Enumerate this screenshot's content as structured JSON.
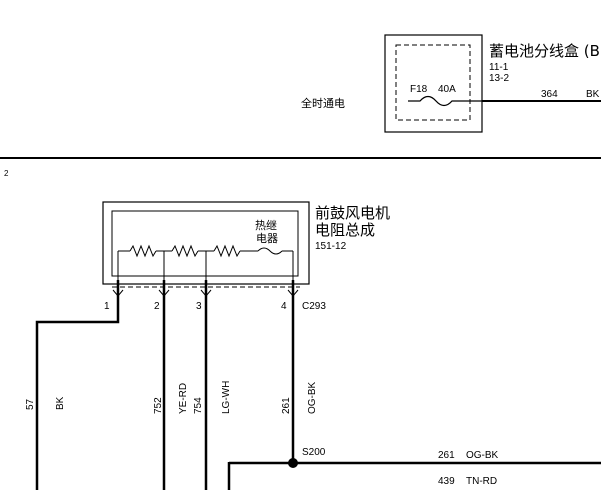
{
  "fuse_box": {
    "title": "蓄电池分线盒 (B",
    "refs": [
      "11-1",
      "13-2"
    ],
    "fuse_id": "F18",
    "fuse_rating": "40A",
    "supply_label": "全时通电",
    "wire_number": "364",
    "wire_color": "BK"
  },
  "page_marker": "2",
  "resistor": {
    "title_line1": "前鼓风电机",
    "title_line2": "电阻总成",
    "ref": "151-12",
    "relay_line1": "热继",
    "relay_line2": "电器",
    "pins": [
      "1",
      "2",
      "3",
      "4"
    ],
    "connector": "C293"
  },
  "wires": [
    {
      "number": "57",
      "color": "BK"
    },
    {
      "number": "752",
      "color": "YE-RD"
    },
    {
      "number": "754",
      "color": "LG-WH"
    },
    {
      "number": "261",
      "color": "OG-BK"
    }
  ],
  "splice": {
    "id": "S200",
    "outputs": [
      {
        "number": "261",
        "color": "OG-BK"
      },
      {
        "number": "439",
        "color": "TN-RD"
      }
    ]
  }
}
